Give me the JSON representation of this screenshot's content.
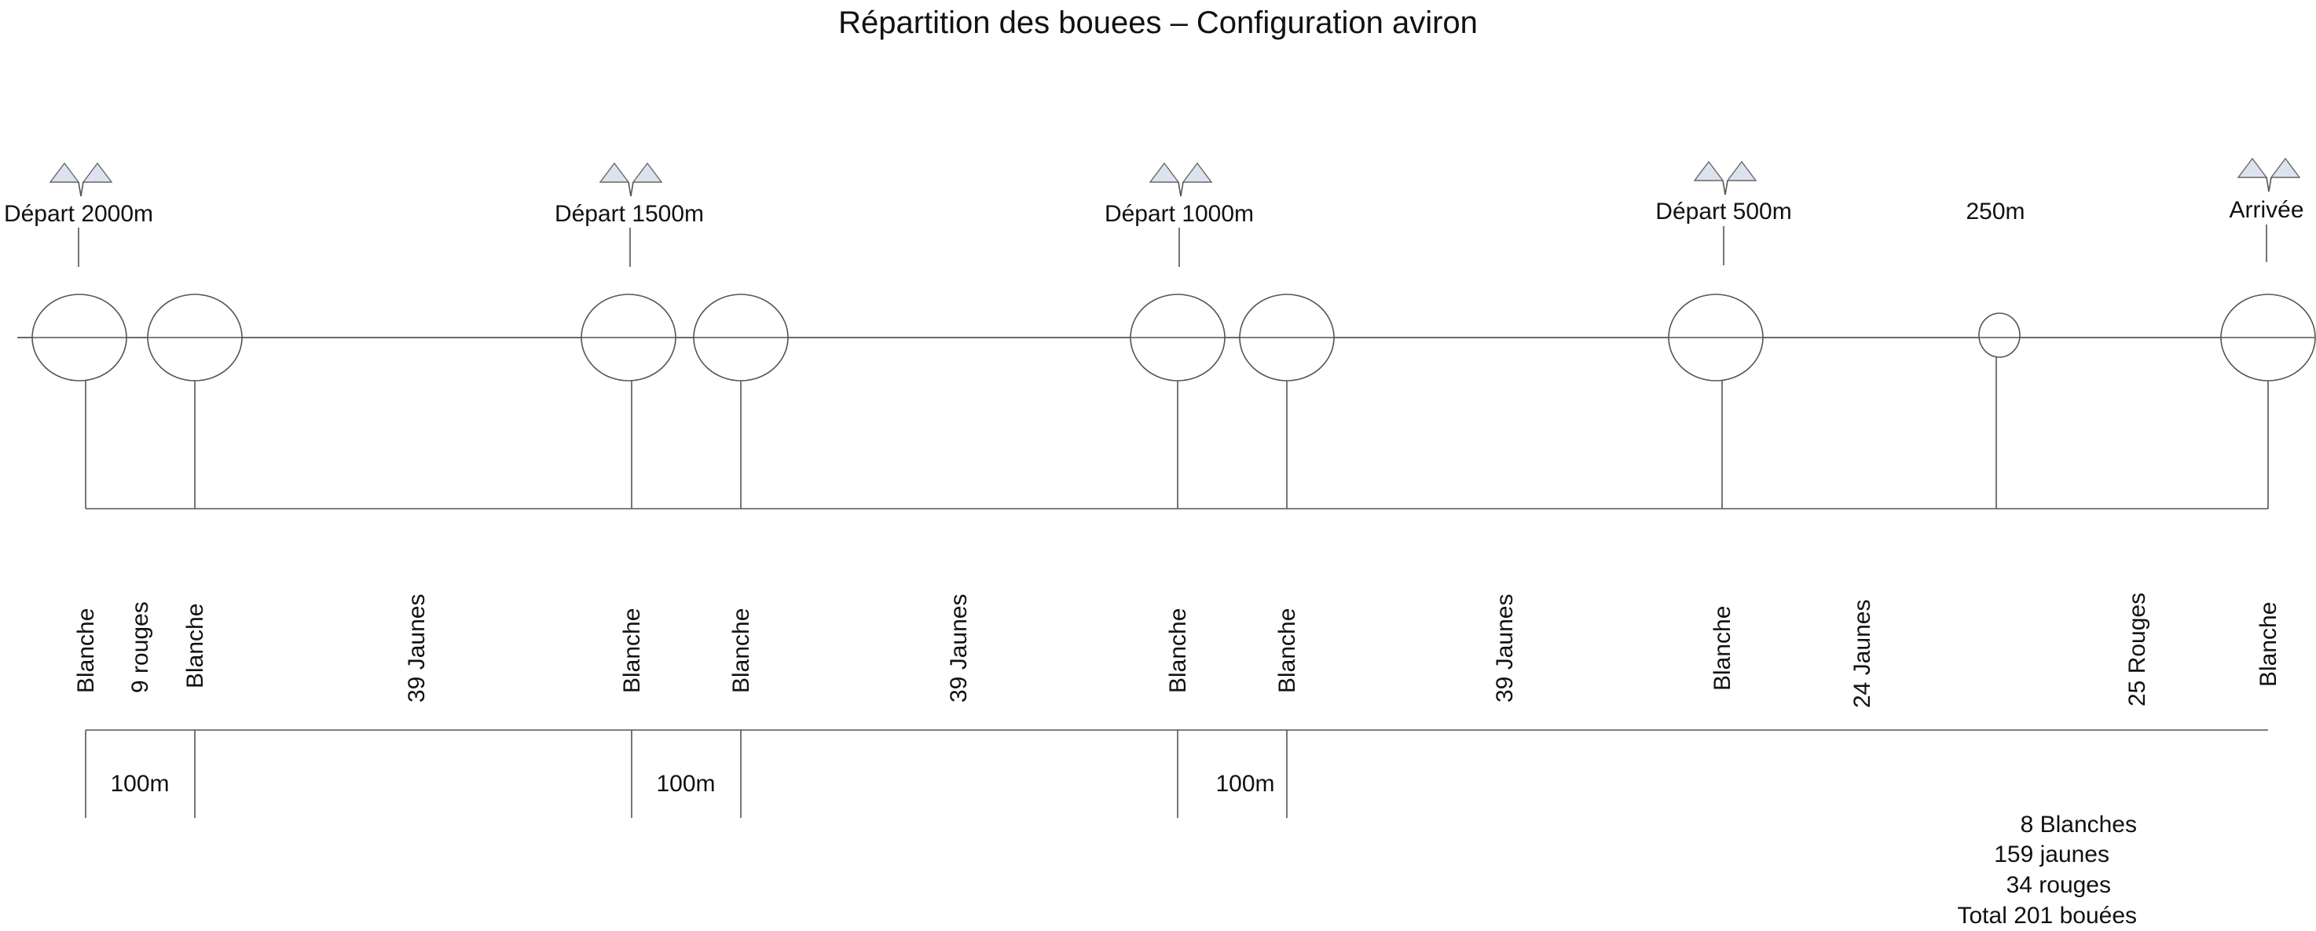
{
  "title": "Répartition des bouees – Configuration aviron",
  "markers": [
    {
      "id": "depart-2000",
      "label": "Départ 2000m"
    },
    {
      "id": "depart-1500",
      "label": "Départ 1500m"
    },
    {
      "id": "depart-1000",
      "label": "Départ 1000m"
    },
    {
      "id": "depart-500",
      "label": "Départ 500m"
    },
    {
      "id": "mark-250",
      "label": "250m"
    },
    {
      "id": "arrivee",
      "label": "Arrivée"
    }
  ],
  "buoy_labels": [
    "Blanche",
    "9 rouges",
    "Blanche",
    "39 Jaunes",
    "Blanche",
    "Blanche",
    "39 Jaunes",
    "Blanche",
    "Blanche",
    "39 Jaunes",
    "Blanche",
    "24 Jaunes",
    "25 Rouges",
    "Blanche"
  ],
  "distances": [
    "100m",
    "100m",
    "100m"
  ],
  "totals": [
    "8 Blanches",
    "159 jaunes",
    "34 rouges",
    "Total 201 bouées"
  ]
}
